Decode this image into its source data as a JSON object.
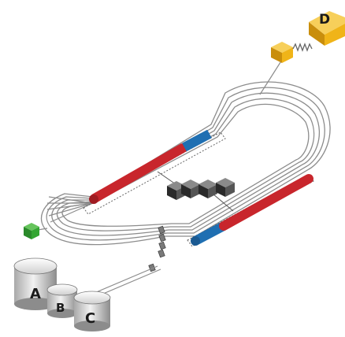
{
  "labels": {
    "a": "A",
    "b": "B",
    "c": "C",
    "d": "D"
  },
  "colors": {
    "loop_stroke": "#8a8a8a",
    "segment_red": "#c8262c",
    "segment_blue": "#1f6fb2",
    "gold_box": "#f0b418",
    "green_cube": "#33a532",
    "cylinder_fill": "#d9d9d9",
    "dark_cube": "#3a3a3a"
  },
  "components": {
    "cylinders": [
      "A",
      "B",
      "C"
    ],
    "target_box": "D",
    "cube_chain_count": 4
  }
}
